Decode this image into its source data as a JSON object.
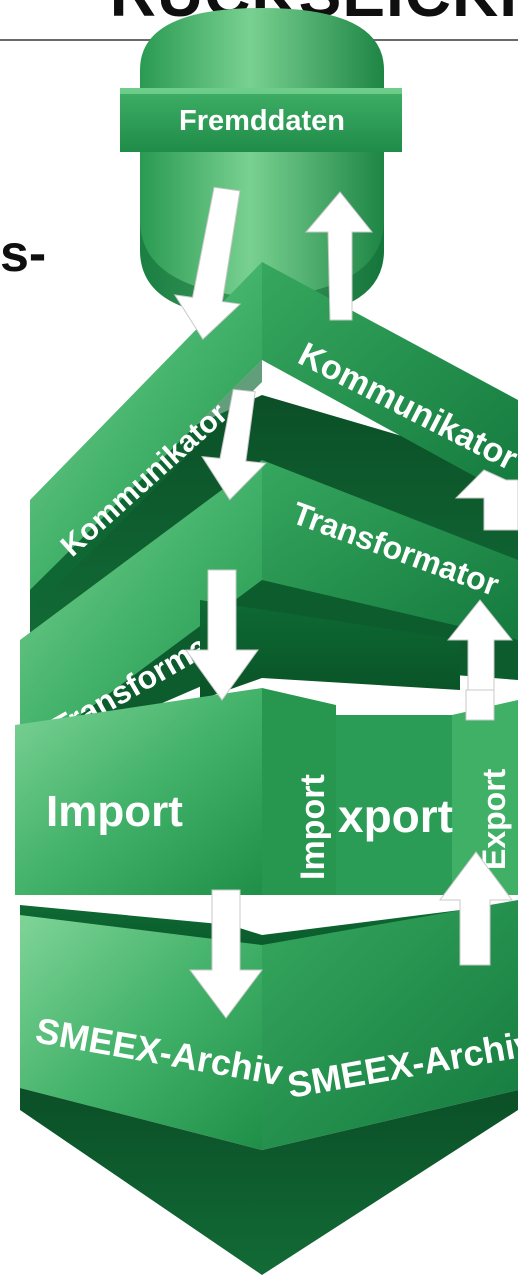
{
  "header": {
    "title": "RÜCKSEICKI"
  },
  "side_fragment": "s-",
  "diagram": {
    "source_label": "Fremddaten",
    "left_stack": {
      "communicator": "Kommunikator",
      "transformer": "Transformator",
      "import": "Import",
      "archive": "SMEEX-Archiv"
    },
    "right_stack": {
      "communicator": "Kommunikator",
      "transformer": "Transformator",
      "import": "Import",
      "export_fragment": "xport",
      "export": "Export",
      "archive": "SMEEX-Archiv"
    }
  },
  "colors": {
    "green_light": "#5cc37a",
    "green_mid": "#2ea35a",
    "green_dark": "#137a3f",
    "green_deep": "#0b5a2c",
    "arrow": "#ffffff",
    "text": "#0f0f0f"
  }
}
